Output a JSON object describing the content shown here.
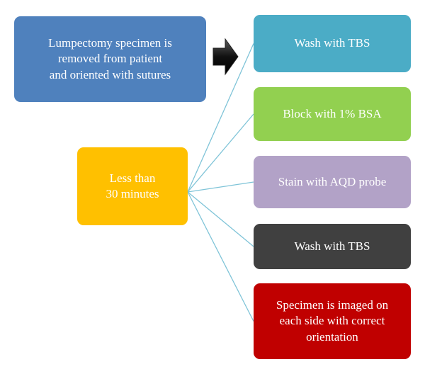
{
  "origin": {
    "label": "Lumpectomy specimen is\nremoved from patient\nand oriented with sutures",
    "color": "#4f81bd"
  },
  "timer": {
    "label": "Less than\n30 minutes",
    "color": "#ffc000"
  },
  "steps": [
    {
      "label": "Wash with TBS",
      "color": "#4bacc6"
    },
    {
      "label": "Block with 1% BSA",
      "color": "#92d050"
    },
    {
      "label": "Stain with AQD probe",
      "color": "#b2a2c7"
    },
    {
      "label": "Wash with TBS",
      "color": "#404040"
    },
    {
      "label": "Specimen is imaged on\neach side with correct\norientation",
      "color": "#c00000"
    }
  ],
  "connector_color": "#7fc4d8",
  "arrow_icon": "right-arrow-icon"
}
